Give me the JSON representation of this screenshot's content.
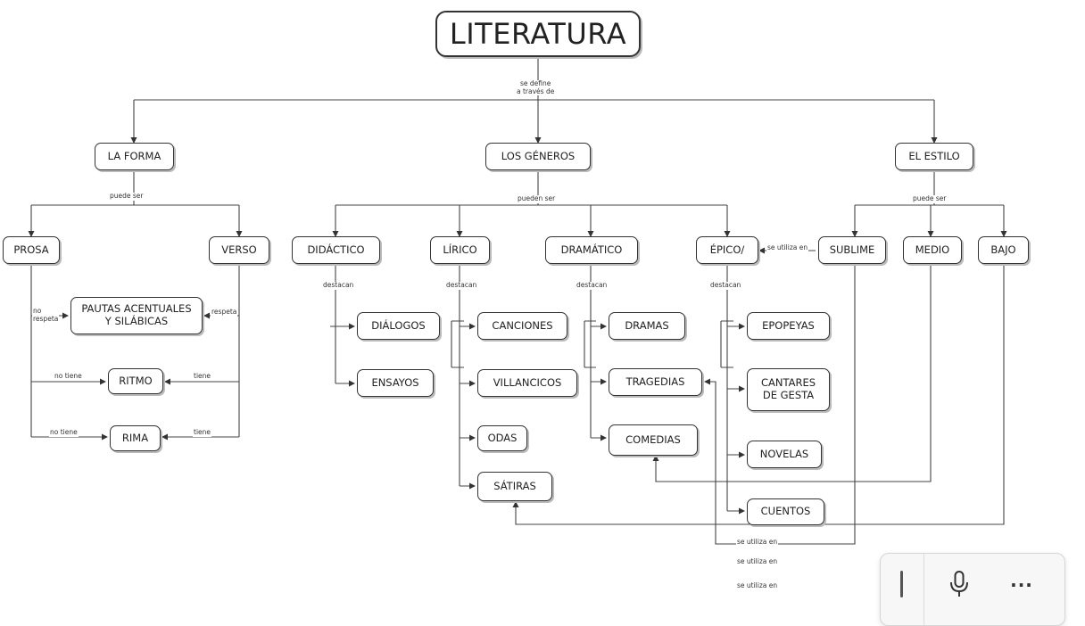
{
  "nodes": {
    "literatura": "LITERATURA",
    "la_forma": "LA FORMA",
    "los_generos": "LOS GÉNEROS",
    "el_estilo": "EL ESTILO",
    "prosa": "PROSA",
    "verso": "VERSO",
    "pautas": "PAUTAS ACENTUALES\nY SILÁBICAS",
    "ritmo": "RITMO",
    "rima": "RIMA",
    "didactico": "DIDÁCTICO",
    "lirico": "LÍRICO",
    "dramatico": "DRAMÁTICO",
    "epico": "ÉPICO/",
    "dialogos": "DIÁLOGOS",
    "ensayos": "ENSAYOS",
    "canciones": "CANCIONES",
    "villancicos": "VILLANCICOS",
    "odas": "ODAS",
    "satiras": "SÁTIRAS",
    "dramas": "DRAMAS",
    "tragedias": "TRAGEDIAS",
    "comedias": "COMEDIAS",
    "epopeyas": "EPOPEYAS",
    "cantares": "CANTARES\nDE GESTA",
    "novelas": "NOVELAS",
    "cuentos": "CUENTOS",
    "sublime": "SUBLIME",
    "medio": "MEDIO",
    "bajo": "BAJO"
  },
  "edge_labels": {
    "se_define": "se define\na través de",
    "forma_puede_ser": "puede ser",
    "generos_pueden_ser": "pueden ser",
    "estilo_puede_ser": "puede ser",
    "didactico_destacan": "destacan",
    "lirico_destacan": "destacan",
    "dramatico_destacan": "destacan",
    "epico_destacan": "destacan",
    "prosa_no_respeta": "no\nrespeta",
    "verso_respeta": "respeta",
    "prosa_no_tiene_ritmo": "no tiene",
    "verso_tiene_ritmo": "tiene",
    "prosa_no_tiene_rima": "no tiene",
    "verso_tiene_rima": "tiene",
    "sublime_se_utiliza_en": "se utiliza en",
    "se_utiliza_en_1": "se utiliza en",
    "se_utiliza_en_2": "se utiliza en",
    "se_utiliza_en_3": "se utiliza en"
  },
  "toolbar": {
    "text_cursor_icon": "text-cursor-icon",
    "mic_icon": "microphone-icon",
    "more_icon": "more-icon",
    "more_label": "..."
  }
}
